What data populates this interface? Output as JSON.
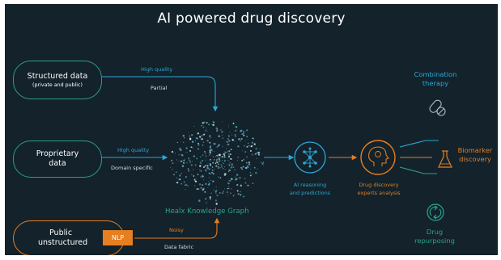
{
  "title": "AI powered drug discovery",
  "sources": {
    "structured": {
      "line1": "Structured data",
      "line2": "(private and public)"
    },
    "proprietary": {
      "line1": "Proprietary",
      "line2": "data"
    },
    "public": {
      "line1": "Public",
      "line2": "unstructured"
    }
  },
  "edges": {
    "structured_quality": "High quality",
    "structured_note": "Partial",
    "proprietary_quality": "High quality",
    "proprietary_note": "Domain specific",
    "public_quality": "Noisy",
    "public_note": "Data fabric"
  },
  "nlp": "NLP",
  "knowledge_graph": "Healx Knowledge Graph",
  "ai_reasoning": {
    "line1": "AI reasoning",
    "line2": "and predictions"
  },
  "experts": {
    "line1": "Drug discovery",
    "line2": "experts analysis"
  },
  "outcomes": {
    "combination": {
      "line1": "Combination",
      "line2": "therapy"
    },
    "biomarker": {
      "line1": "Biomarker",
      "line2": "discovery"
    },
    "repurposing": {
      "line1": "Drug",
      "line2": "repurposing"
    }
  },
  "colors": {
    "background": "#13222b",
    "teal": "#2d9d8b",
    "blue": "#2da7d6",
    "orange": "#e67e22"
  },
  "icons": [
    "network-icon",
    "brain-head-icon",
    "pills-icon",
    "flask-icon",
    "recycle-icon"
  ]
}
